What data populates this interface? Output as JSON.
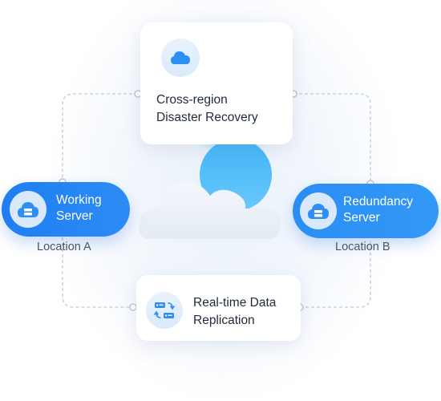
{
  "top_card": {
    "title_line1": "Cross-region",
    "title_line2": "Disaster Recovery",
    "icon": "cloud-icon"
  },
  "bottom_card": {
    "title_line1": "Real-time Data",
    "title_line2": "Replication",
    "icon": "sync-servers-icon"
  },
  "left_node": {
    "label_line1": "Working",
    "label_line2": "Server",
    "location": "Location A",
    "icon": "cloud-server-icon"
  },
  "right_node": {
    "label_line1": "Redundancy",
    "label_line2": "Server",
    "location": "Location B",
    "icon": "cloud-server-icon"
  },
  "colors": {
    "accent_blue": "#1f7ef2",
    "light_blue": "#3399f7",
    "icon_bg": "#d8e9fb",
    "connector": "#c4cad3"
  }
}
